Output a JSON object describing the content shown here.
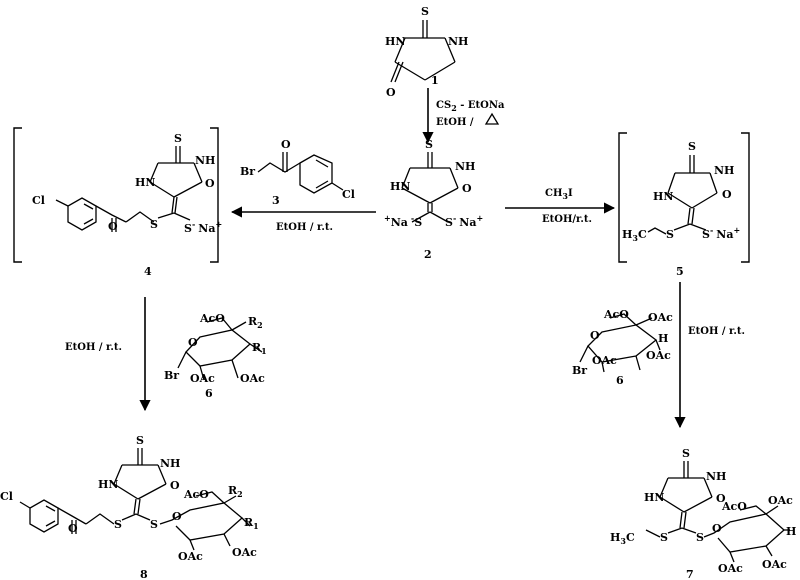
{
  "atoms": {
    "S": "S",
    "HN": "HN",
    "NH": "NH",
    "O": "O",
    "Cl": "Cl",
    "Br": "Br",
    "H": "H",
    "AcO": "AcO",
    "OAc": "OAc",
    "R": "R",
    "CH3": "CH",
    "three": "3",
    "one": "1",
    "two": "2",
    "Na": "Na",
    "plus": "+",
    "minus": "-",
    "I": "I",
    "SminusNa": "S",
    "H3C": "H",
    "C": "C"
  },
  "compounds": {
    "c1": "1",
    "c2": "2",
    "c3": "3",
    "c4": "4",
    "c5": "5",
    "c6": "6",
    "c7": "7",
    "c8": "8"
  },
  "conditions": {
    "cs2": "CS",
    "etona": " - EtONa",
    "etoh_heat": "EtOH / ",
    "etoh_rt_a": "EtOH / r.t.",
    "etoh_rt_b": "EtOH/r.t.",
    "ch3i": "CH"
  }
}
